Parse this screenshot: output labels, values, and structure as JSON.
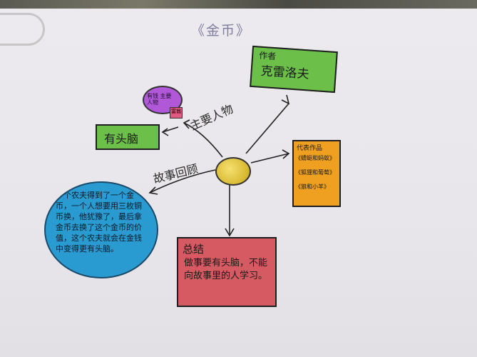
{
  "title": "《金币》",
  "center_image": "gold-coin",
  "branches": {
    "author": {
      "label": "作者",
      "value": "克雷洛夫"
    },
    "main_character": {
      "label": "主要人物",
      "box": "有头脑",
      "bubble": "有钱 主要人物",
      "tag": "富翁"
    },
    "works": {
      "label": "代表作品",
      "items": [
        "《蜻蜓和蚂蚁》",
        "《狐狸和葡萄》",
        "《狼和小羊》"
      ]
    },
    "story_review": {
      "label": "故事回顾",
      "text": "一个农夫得到了一个金币，一个人想要用三枚铜币换，他犹豫了，最后拿金币去换了这个金币的价值，这个农夫就会在金钱中变得更有头脑。"
    },
    "summary": {
      "label": "总结",
      "text": "做事要有头脑，不能向故事里的人学习。"
    }
  },
  "colors": {
    "paper": "#e8e6ea",
    "green": "#6cc04a",
    "orange": "#f0a020",
    "blue": "#2a9bd0",
    "red": "#d65a62",
    "purple": "#b058d8",
    "gold": "#e8c840"
  }
}
